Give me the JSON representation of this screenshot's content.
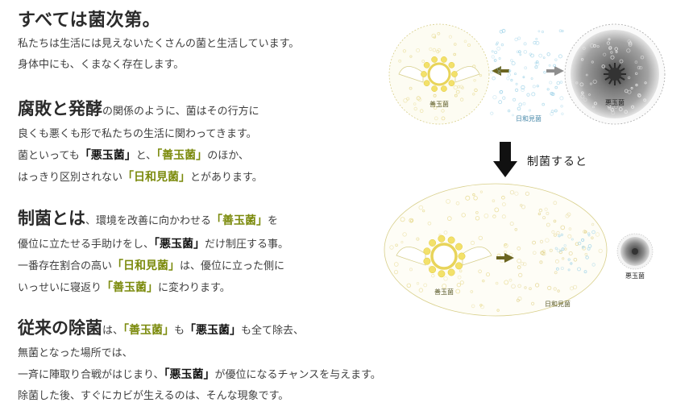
{
  "section1": {
    "title": "すべては菌次第。",
    "lines": [
      "私たちは生活には見えないたくさんの菌と生活しています。",
      "身体中にも、くまなく存在します。"
    ]
  },
  "section2": {
    "head": "腐敗と発酵",
    "l1_rest": "の関係のように、菌はその行方に",
    "l2": "良くも悪くも形で私たちの生活に関わってきます。",
    "l3_a": "菌といっても",
    "l3_k": "「悪玉菌」",
    "l3_b": "と、",
    "l3_g": "「善玉菌」",
    "l3_c": "のほか、",
    "l4_a": "はっきり区別されない",
    "l4_g": "「日和見菌」",
    "l4_b": "とがあります。"
  },
  "section3": {
    "head": "制菌とは",
    "l1_a": "、環境を改善に向かわせる",
    "l1_g": "「善玉菌」",
    "l1_b": "を",
    "l2_a": "優位に立たせる手助けをし、",
    "l2_k": "「悪玉菌」",
    "l2_b": "だけ制圧する事。",
    "l3_a": "一番存在割合の高い",
    "l3_g": "「日和見菌」",
    "l3_b": "は、優位に立った側に",
    "l4_a": "いっせいに寝返り",
    "l4_g": "「善玉菌」",
    "l4_b": "に変わります。"
  },
  "section4": {
    "head": "従来の除菌",
    "l1_a": "は、",
    "l1_g": "「善玉菌」",
    "l1_b": "も",
    "l1_k": "「悪玉菌」",
    "l1_c": "も全て除去、",
    "l2": "無菌となった場所では、",
    "l3_a": "一斉に陣取り合戦がはじまり、",
    "l3_k": "「悪玉菌」",
    "l3_b": "が優位になるチャンスを与えます。",
    "l4": "除菌した後、すぐにカビが生えるのは、そんな現象です。"
  },
  "diagram": {
    "label_good_top": "善玉菌",
    "label_neutral_top": "日和見菌",
    "label_bad_top": "悪玉菌",
    "arrow_text": "制菌すると",
    "label_good_bottom": "善玉菌",
    "label_neutral_bottom": "日和見菌",
    "label_bad_bottom": "悪玉菌"
  }
}
